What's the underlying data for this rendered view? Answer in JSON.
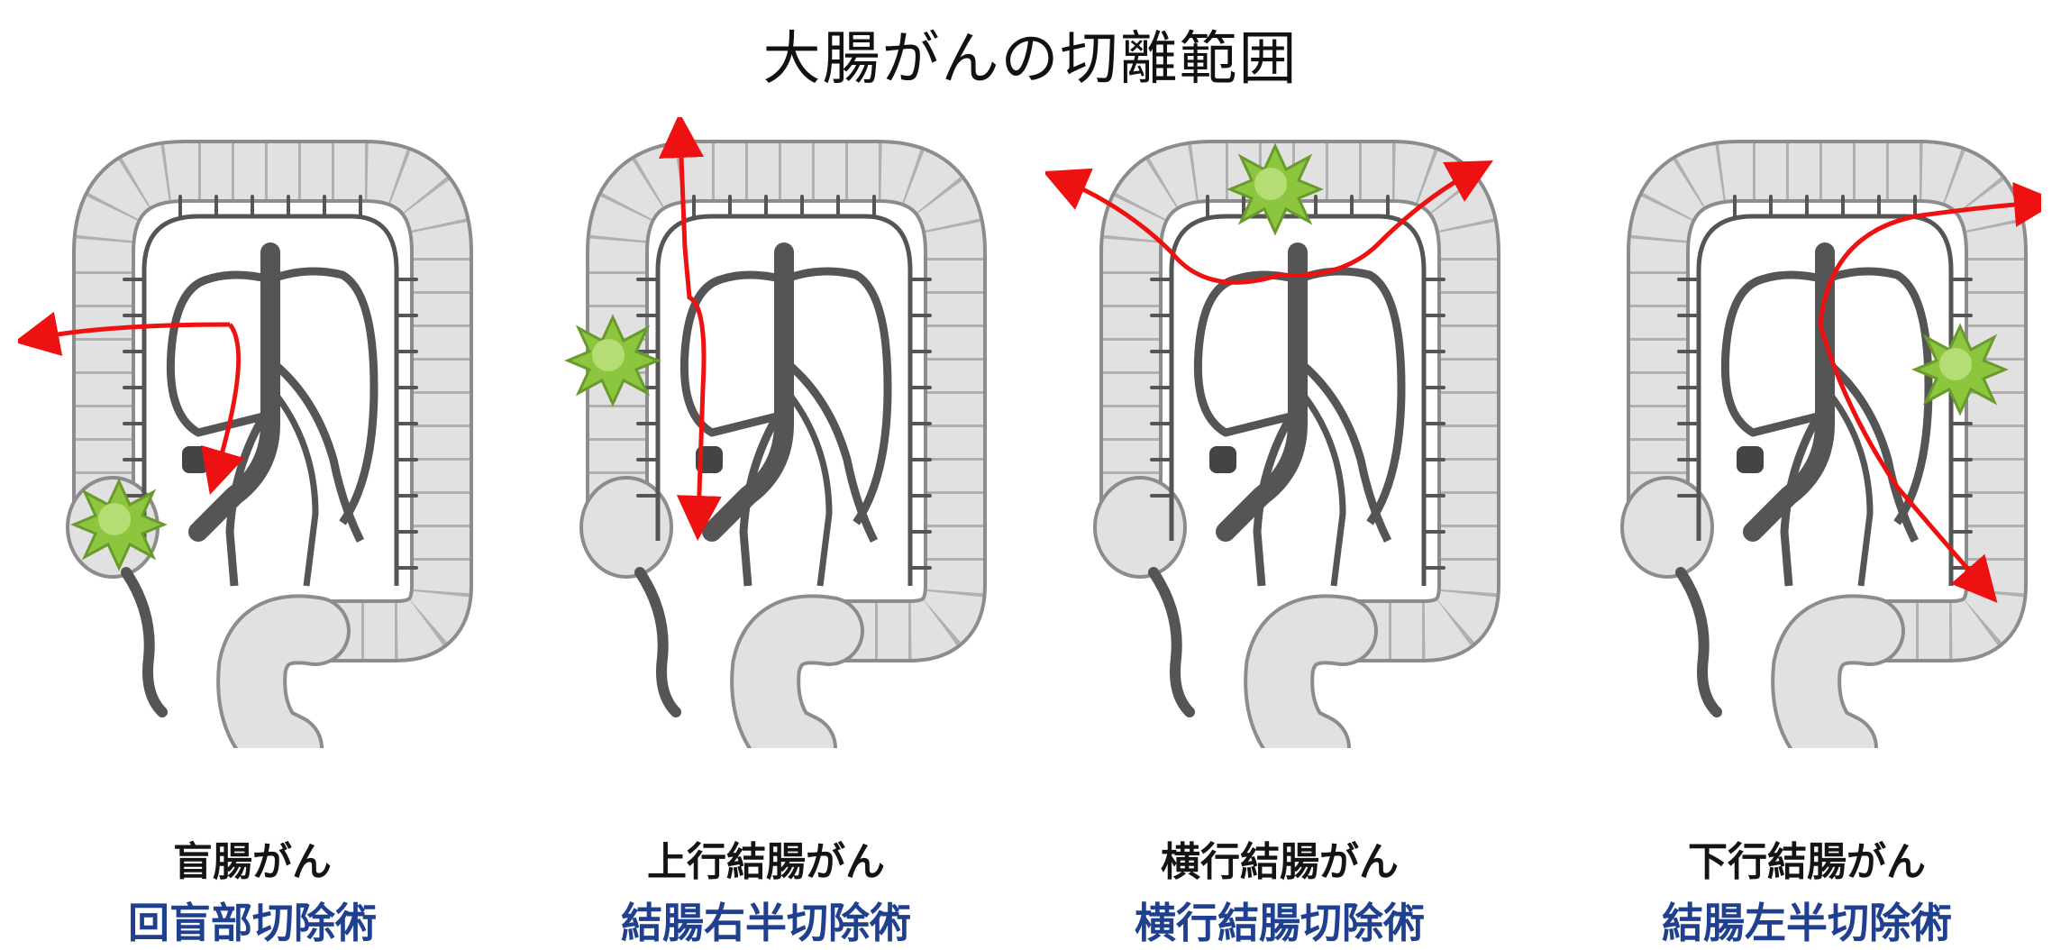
{
  "title": "大腸がんの切離範囲",
  "panels": [
    {
      "cancer": "盲腸がん",
      "surgery": "回盲部切除術"
    },
    {
      "cancer": "上行結腸がん",
      "surgery": "結腸右半切除術"
    },
    {
      "cancer": "横行結腸がん",
      "surgery": "横行結腸切除術"
    },
    {
      "cancer": "下行結腸がん",
      "surgery": "結腸左半切除術"
    }
  ],
  "colors": {
    "colon_fill": "#e1e1e1",
    "colon_outline": "#8c8c8c",
    "vessel": "#555555",
    "resection_line": "#ee1111",
    "tumor": "#8cc63f",
    "surgery_text": "#1f3f8f"
  }
}
